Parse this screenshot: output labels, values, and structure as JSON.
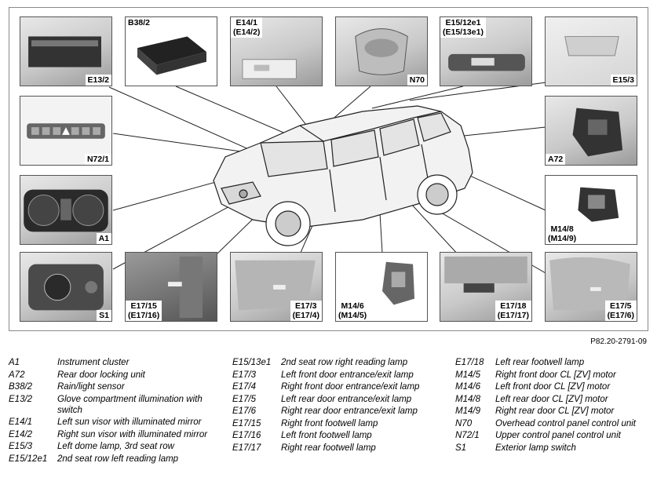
{
  "figure_id": "P82.20-2791-09",
  "components": [
    {
      "key": "e13_2",
      "label_lines": [
        "E13/2"
      ]
    },
    {
      "key": "b38_2",
      "label_lines": [
        "B38/2"
      ]
    },
    {
      "key": "e14_1",
      "label_lines": [
        "E14/1",
        "(E14/2)"
      ]
    },
    {
      "key": "n70",
      "label_lines": [
        "N70"
      ]
    },
    {
      "key": "e15_12e1",
      "label_lines": [
        "E15/12e1",
        "(E15/13e1)"
      ]
    },
    {
      "key": "e15_3",
      "label_lines": [
        "E15/3"
      ]
    },
    {
      "key": "n72_1",
      "label_lines": [
        "N72/1"
      ]
    },
    {
      "key": "a72",
      "label_lines": [
        "A72"
      ]
    },
    {
      "key": "a1",
      "label_lines": [
        "A1"
      ]
    },
    {
      "key": "m14_8",
      "label_lines": [
        "M14/8",
        "(M14/9)"
      ]
    },
    {
      "key": "s1",
      "label_lines": [
        "S1"
      ]
    },
    {
      "key": "e17_15",
      "label_lines": [
        "E17/15",
        "(E17/16)"
      ]
    },
    {
      "key": "e17_3",
      "label_lines": [
        "E17/3",
        "(E17/4)"
      ]
    },
    {
      "key": "m14_6",
      "label_lines": [
        "M14/6",
        "(M14/5)"
      ]
    },
    {
      "key": "e17_18",
      "label_lines": [
        "E17/18",
        "(E17/17)"
      ]
    },
    {
      "key": "e17_5",
      "label_lines": [
        "E17/5",
        "(E17/6)"
      ]
    }
  ],
  "legend": {
    "col1": [
      {
        "code": "A1",
        "desc": "Instrument cluster"
      },
      {
        "code": "A72",
        "desc": "Rear door locking unit"
      },
      {
        "code": "B38/2",
        "desc": "Rain/light sensor"
      },
      {
        "code": "E13/2",
        "desc": "Glove compartment illumination with switch"
      },
      {
        "code": "E14/1",
        "desc": "Left sun visor with illuminated mirror"
      },
      {
        "code": "E14/2",
        "desc": "Right sun visor with illuminated mirror"
      },
      {
        "code": "E15/3",
        "desc": "Left dome lamp, 3rd seat row"
      },
      {
        "code": "E15/12e1",
        "desc": "2nd seat row left reading lamp"
      }
    ],
    "col2": [
      {
        "code": "E15/13e1",
        "desc": "2nd seat row right reading lamp"
      },
      {
        "code": "E17/3",
        "desc": "Left front door entrance/exit lamp"
      },
      {
        "code": "E17/4",
        "desc": "Right front door entrance/exit lamp"
      },
      {
        "code": "E17/5",
        "desc": "Left rear door entrance/exit lamp"
      },
      {
        "code": "E17/6",
        "desc": "Right rear door entrance/exit lamp"
      },
      {
        "code": "E17/15",
        "desc": "Right front footwell lamp"
      },
      {
        "code": "E17/16",
        "desc": "Left front footwell lamp"
      },
      {
        "code": "E17/17",
        "desc": "Right rear footwell lamp"
      }
    ],
    "col3": [
      {
        "code": "E17/18",
        "desc": "Left rear footwell lamp"
      },
      {
        "code": "M14/5",
        "desc": "Right front door CL [ZV] motor"
      },
      {
        "code": "M14/6",
        "desc": "Left front door CL [ZV] motor"
      },
      {
        "code": "M14/8",
        "desc": "Left rear door CL [ZV] motor"
      },
      {
        "code": "M14/9",
        "desc": "Right rear door CL [ZV] motor"
      },
      {
        "code": "N70",
        "desc": "Overhead control panel control unit"
      },
      {
        "code": "N72/1",
        "desc": "Upper control panel control unit"
      },
      {
        "code": "S1",
        "desc": "Exterior lamp switch"
      }
    ]
  }
}
